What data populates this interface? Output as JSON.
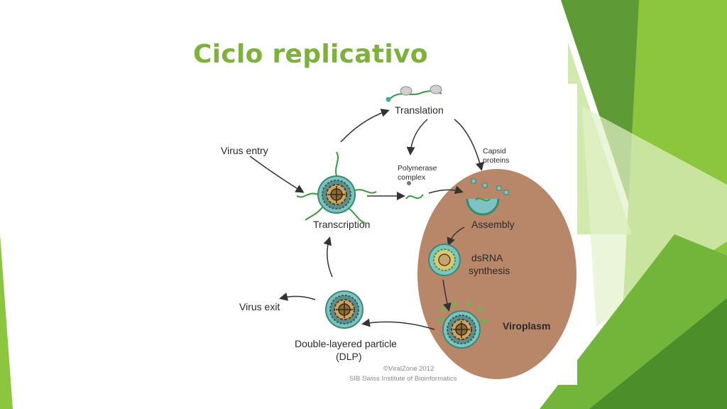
{
  "slide": {
    "title": "Ciclo replicativo",
    "colors": {
      "title": "#7cb23a",
      "accent_dark": "#3f8f2a",
      "accent_light": "#8cc63f",
      "viroplasm": "#b8876a"
    }
  },
  "diagram": {
    "labels": {
      "translation": "Translation",
      "virus_entry": "Virus entry",
      "polymerase_line1": "Polymerase",
      "polymerase_line2": "complex",
      "capsid_line1": "Capsid",
      "capsid_line2": "proteins",
      "transcription": "Transcription",
      "assembly": "Assembly",
      "dsrna_line1": "dsRNA",
      "dsrna_line2": "synthesis",
      "viroplasm": "Viroplasm",
      "virus_exit": "Virus exit",
      "dlp_line1": "Double-layered particle",
      "dlp_line2": "(DLP)"
    },
    "credit": {
      "line1": "©ViralZone 2012",
      "line2": "SIB Swiss Institute of Bioinformatics"
    }
  }
}
